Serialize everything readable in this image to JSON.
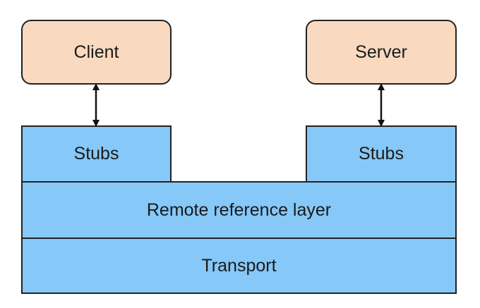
{
  "endpoints": {
    "client": "Client",
    "server": "Server"
  },
  "layers": {
    "stubs_left": "Stubs",
    "stubs_right": "Stubs",
    "remote_reference": "Remote reference layer",
    "transport": "Transport"
  },
  "colors": {
    "endpoint_fill": "#f9d9bf",
    "layer_fill": "#86c8f7",
    "stroke": "#222222"
  },
  "icons": {
    "connector": "double-headed-arrow"
  }
}
